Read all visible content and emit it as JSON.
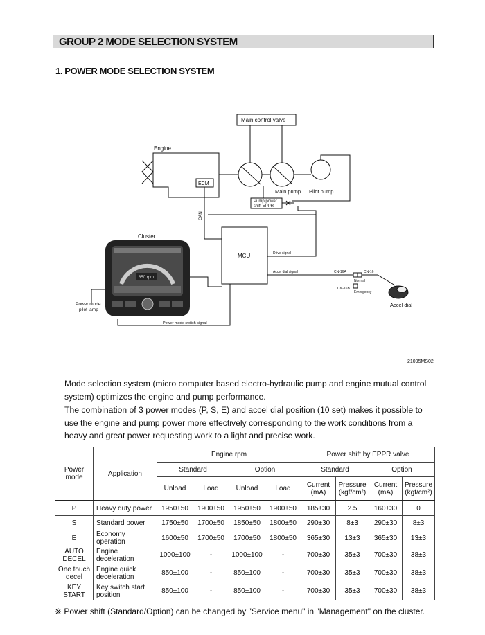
{
  "header": {
    "group_title": "GROUP 2 MODE SELECTION SYSTEM"
  },
  "section": {
    "title": "1. POWER MODE SELECTION SYSTEM"
  },
  "diagram": {
    "main_control_valve": "Main control valve",
    "engine": "Engine",
    "ecm": "ECM",
    "main_pump": "Main pump",
    "pilot_pump": "Pilot pump",
    "pump_power_shift_1": "Pump power",
    "pump_power_shift_2": "shift EPPR",
    "can": "CAN",
    "cluster": "Cluster",
    "mcu": "MCU",
    "drive_signal": "Drive signal",
    "accel_dial_signal": "Accel dial signal",
    "cn16a": "CN-16A",
    "cn16": "CN-16",
    "cn16b": "CN-16B",
    "normal": "Normal",
    "emergency": "Emergency",
    "accel_dial": "Accel dial",
    "power_mode_lamp_1": "Power mode",
    "power_mode_lamp_2": "pilot lamp",
    "power_mode_switch_signal": "Power mode switch signal",
    "cluster_rpm": "850 rpm",
    "figure_code": "21095MS02"
  },
  "paragraphs": [
    "Mode selection system (micro computer based electro-hydraulic pump and engine mutual control system) optimizes the engine and pump performance.",
    "The combination of 3 power modes (P, S, E) and accel dial position (10 set) makes it possible to use the engine and pump power more effectively corresponding to the work conditions from a heavy and great power requesting work to a light and precise work."
  ],
  "table": {
    "power_mode": "Power mode",
    "application": "Application",
    "engine_rpm": "Engine rpm",
    "power_shift": "Power shift by EPPR valve",
    "standard": "Standard",
    "option": "Option",
    "unload": "Unload",
    "load": "Load",
    "current": "Current (mA)",
    "pressure": "Pressure (kgf/cm²)",
    "rows": [
      {
        "mode": "P",
        "app": "Heavy duty power",
        "su": "1950±50",
        "sl": "1900±50",
        "ou": "1950±50",
        "ol": "1900±50",
        "sc": "185±30",
        "sp": "2.5",
        "oc": "160±30",
        "op": "0"
      },
      {
        "mode": "S",
        "app": "Standard power",
        "su": "1750±50",
        "sl": "1700±50",
        "ou": "1850±50",
        "ol": "1800±50",
        "sc": "290±30",
        "sp": "8±3",
        "oc": "290±30",
        "op": "8±3"
      },
      {
        "mode": "E",
        "app": "Economy operation",
        "su": "1600±50",
        "sl": "1700±50",
        "ou": "1700±50",
        "ol": "1800±50",
        "sc": "365±30",
        "sp": "13±3",
        "oc": "365±30",
        "op": "13±3"
      },
      {
        "mode": "AUTO DECEL",
        "app": "Engine deceleration",
        "su": "1000±100",
        "sl": "-",
        "ou": "1000±100",
        "ol": "-",
        "sc": "700±30",
        "sp": "35±3",
        "oc": "700±30",
        "op": "38±3"
      },
      {
        "mode": "One touch decel",
        "app": "Engine quick deceleration",
        "su": "850±100",
        "sl": "-",
        "ou": "850±100",
        "ol": "-",
        "sc": "700±30",
        "sp": "35±3",
        "oc": "700±30",
        "op": "38±3"
      },
      {
        "mode": "KEY START",
        "app": "Key switch start position",
        "su": "850±100",
        "sl": "-",
        "ou": "850±100",
        "ol": "-",
        "sc": "700±30",
        "sp": "35±3",
        "oc": "700±30",
        "op": "38±3"
      }
    ]
  },
  "note": "※ Power shift (Standard/Option) can be changed by \"Service menu\" in \"Management\" on the cluster."
}
